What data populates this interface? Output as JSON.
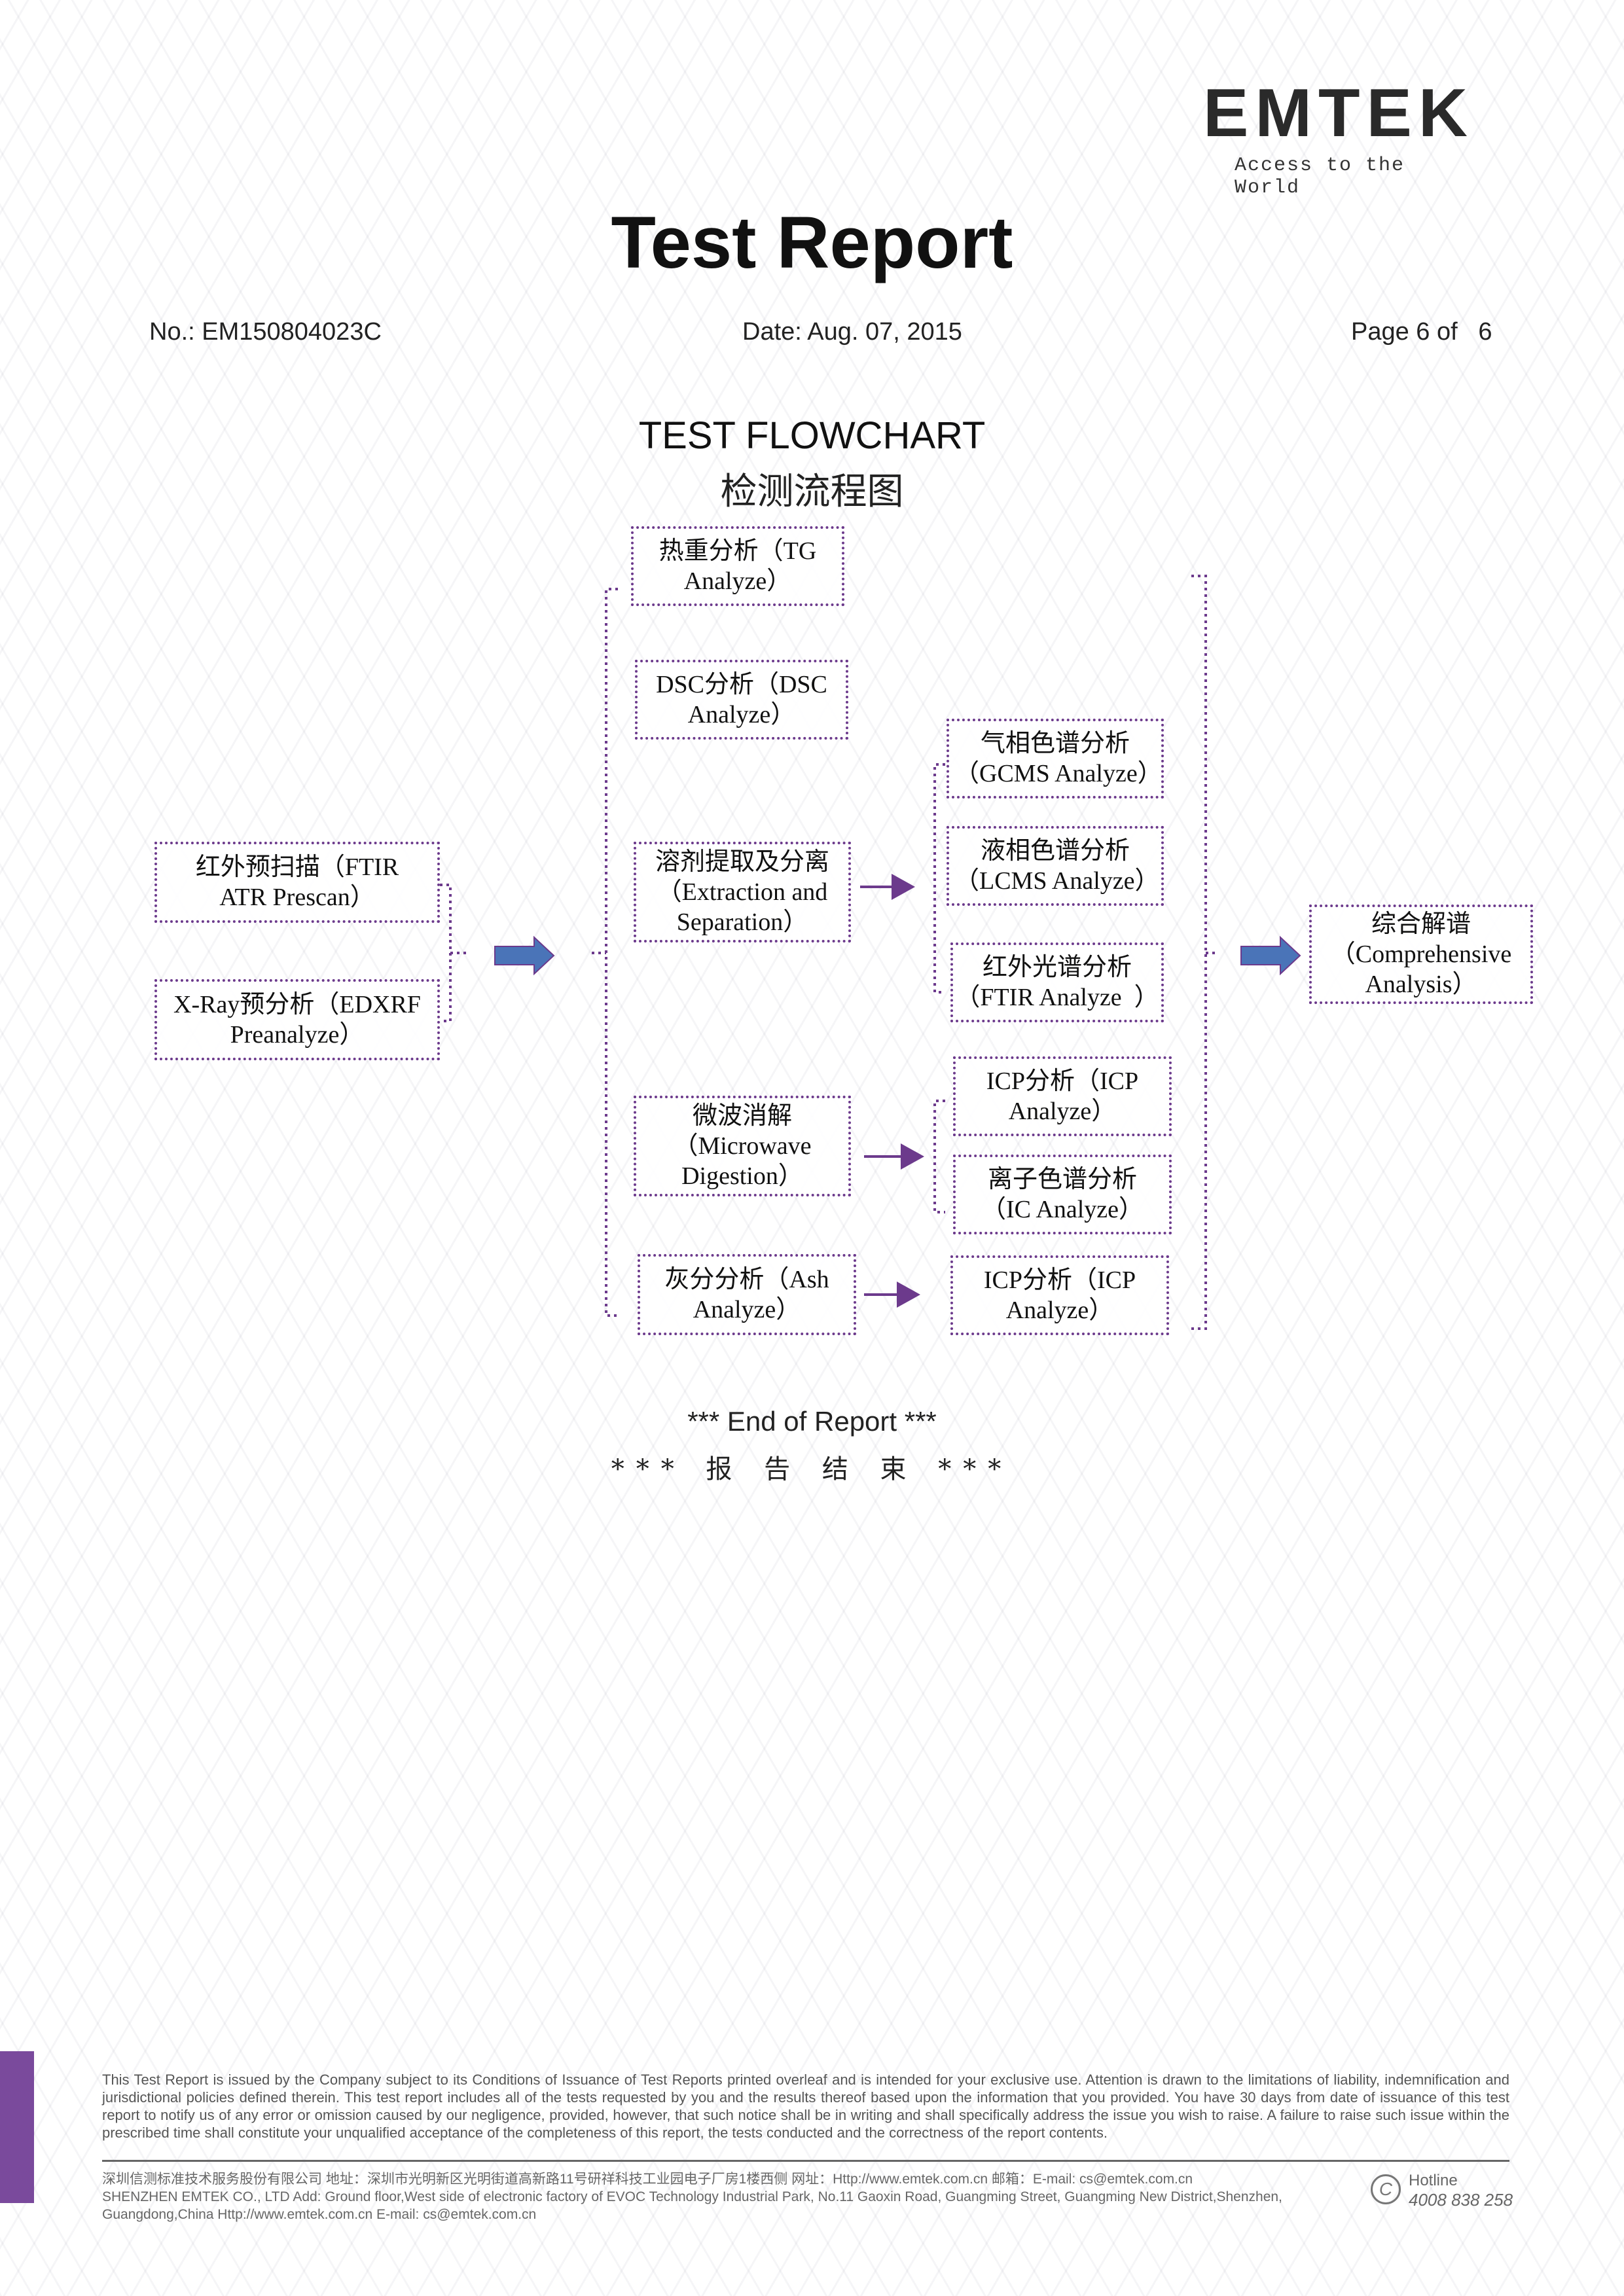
{
  "logo": {
    "word": "EMTEK",
    "tagline": "Access to the World"
  },
  "header": {
    "title": "Test Report",
    "report_no": "No.: EM150804023C",
    "date": "Date: Aug. 07, 2015",
    "page": "Page 6 of   6"
  },
  "flowchart": {
    "title": "TEST FLOWCHART",
    "subtitle": "检测流程图",
    "inputs": [
      {
        "line1": "红外预扫描（FTIR",
        "line2": "ATR Prescan）"
      },
      {
        "line1": "X-Ray预分析（EDXRF",
        "line2": "Preanalyze）"
      }
    ],
    "methods": [
      {
        "line1": "热重分析（TG",
        "line2": "Analyze）"
      },
      {
        "line1": "DSC分析（DSC",
        "line2": "Analyze）"
      },
      {
        "line1": "溶剂提取及分离",
        "line2": "（Extraction and",
        "line3": "Separation）"
      },
      {
        "line1": "微波消解",
        "line2": "（Microwave",
        "line3": "Digestion）"
      },
      {
        "line1": "灰分分析（Ash",
        "line2": "Analyze）"
      }
    ],
    "extraction_analyses": [
      {
        "line1": "气相色谱分析",
        "line2": "（GCMS Analyze）"
      },
      {
        "line1": "液相色谱分析",
        "line2": "（LCMS Analyze）"
      },
      {
        "line1": "红外光谱分析",
        "line2": "（FTIR Analyze  ）"
      }
    ],
    "digestion_analyses": [
      {
        "line1": "ICP分析（ICP",
        "line2": "Analyze）"
      },
      {
        "line1": "离子色谱分析",
        "line2": "（IC Analyze）"
      }
    ],
    "ash_analysis": {
      "line1": "ICP分析（ICP",
      "line2": "Analyze）"
    },
    "output": {
      "line1": "综合解谱",
      "line2": "（Comprehensive",
      "line3": "Analysis）"
    },
    "colors": {
      "border": "#6c3a8c",
      "arrow_fill": "#4a74b8",
      "arrow_line": "#6c3a8c"
    }
  },
  "end": {
    "english": "*** End of Report ***",
    "chinese": "*** 报 告 结 束 ***"
  },
  "footer": {
    "disclaimer": "This Test Report is issued by the Company subject to its Conditions of Issuance of Test Reports printed overleaf and is intended for your exclusive use. Attention is drawn to the limitations of liability, indemnification and jurisdictional policies defined therein. This test report includes all of the tests requested by you and the results thereof based upon the information that you provided. You have 30 days from date of issuance of this test report to notify us of any error or omission caused by our negligence, provided, however, that such notice shall be in writing and shall specifically address the issue you wish to raise. A failure to raise such issue within the prescribed time shall constitute your unqualified acceptance of the completeness of this report, the tests conducted and the correctness of the report contents.",
    "address_cn": "深圳信测标准技术服务股份有限公司   地址：深圳市光明新区光明街道高新路11号研祥科技工业园电子厂房1楼西侧   网址：Http://www.emtek.com.cn   邮箱：E-mail: cs@emtek.com.cn",
    "address_en": "SHENZHEN EMTEK CO., LTD  Add: Ground floor,West side of electronic factory of EVOC Technology Industrial Park, No.11 Gaoxin Road, Guangming Street, Guangming New District,Shenzhen, Guangdong,China   Http://www.emtek.com.cn   E-mail: cs@emtek.com.cn",
    "hotline_label": "Hotline",
    "hotline_number": "4008 838 258"
  }
}
